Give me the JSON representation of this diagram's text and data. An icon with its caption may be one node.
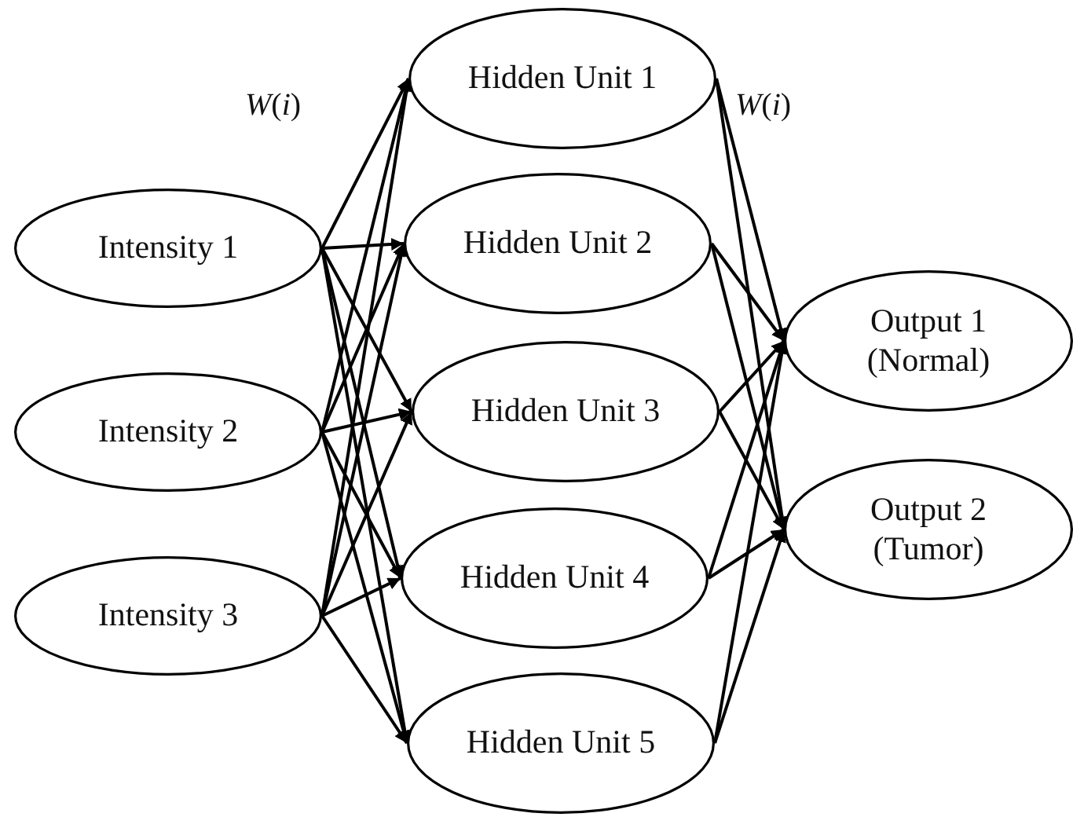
{
  "diagram": {
    "nodes": [
      {
        "text": [
          "Intensity 1"
        ]
      },
      {
        "text": [
          "Intensity 2"
        ]
      },
      {
        "text": [
          "Intensity 3"
        ]
      },
      {
        "text": [
          "Hidden Unit 1"
        ]
      },
      {
        "text": [
          "Hidden Unit 2"
        ]
      },
      {
        "text": [
          "Hidden Unit 3"
        ]
      },
      {
        "text": [
          "Hidden Unit 4"
        ]
      },
      {
        "text": [
          "Hidden Unit 5"
        ]
      },
      {
        "text": [
          "Output 1 (Normal)"
        ]
      },
      {
        "text": [
          "Output 2 (Tumor)"
        ]
      }
    ],
    "edges": [
      {
        "from": 0,
        "to": 3,
        "arrow": "to"
      },
      {
        "from": 0,
        "to": 4,
        "arrow": "to"
      },
      {
        "from": 0,
        "to": 5,
        "arrow": "to"
      },
      {
        "from": 0,
        "to": 6,
        "arrow": "to"
      },
      {
        "from": 0,
        "to": 7,
        "arrow": "to"
      },
      {
        "from": 1,
        "to": 3,
        "arrow": "to"
      },
      {
        "from": 1,
        "to": 4,
        "arrow": "to"
      },
      {
        "from": 1,
        "to": 5,
        "arrow": "to"
      },
      {
        "from": 1,
        "to": 6,
        "arrow": "to"
      },
      {
        "from": 1,
        "to": 7,
        "arrow": "to"
      },
      {
        "from": 2,
        "to": 3,
        "arrow": "to"
      },
      {
        "from": 2,
        "to": 4,
        "arrow": "to"
      },
      {
        "from": 2,
        "to": 5,
        "arrow": "to"
      },
      {
        "from": 2,
        "to": 6,
        "arrow": "to"
      },
      {
        "from": 2,
        "to": 7,
        "arrow": "to"
      },
      {
        "from": 3,
        "to": 8,
        "arrow": "to"
      },
      {
        "from": 3,
        "to": 9,
        "arrow": "to"
      },
      {
        "from": 4,
        "to": 8,
        "arrow": "to"
      },
      {
        "from": 4,
        "to": 9,
        "arrow": "to"
      },
      {
        "from": 5,
        "to": 8,
        "arrow": "to"
      },
      {
        "from": 5,
        "to": 9,
        "arrow": "to"
      },
      {
        "from": 6,
        "to": 8,
        "arrow": "to"
      },
      {
        "from": 6,
        "to": 9,
        "arrow": "to"
      },
      {
        "from": 7,
        "to": 8,
        "arrow": "to"
      },
      {
        "from": 7,
        "to": 9,
        "arrow": "to"
      }
    ],
    "labels": [
      "*W*(*i*)",
      "*W*(*i*)"
    ]
  }
}
